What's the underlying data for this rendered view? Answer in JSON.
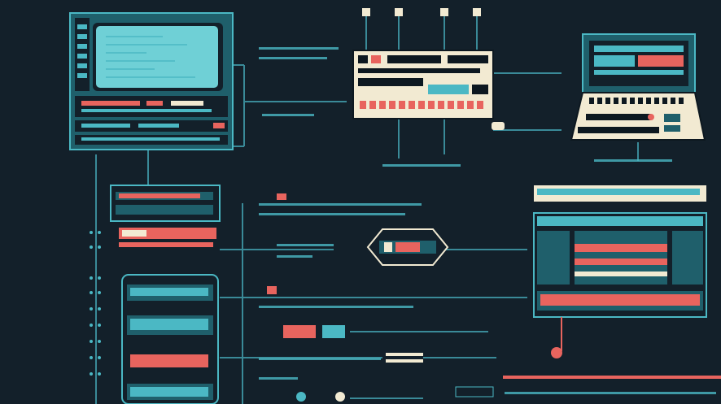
{
  "palette": {
    "background": "#13202a",
    "teal": "#4bb8c4",
    "teal_dark": "#1f5f6b",
    "cyan_screen": "#6fd0d6",
    "coral": "#e8645e",
    "cream": "#f2ead2",
    "navy": "#0d1820",
    "line": "#3a8a98"
  },
  "devices": [
    {
      "name": "crt-computer-terminal"
    },
    {
      "name": "control-panel-module"
    },
    {
      "name": "laptop-terminal"
    },
    {
      "name": "rack-unit-stack"
    },
    {
      "name": "network-switch-hexagon"
    },
    {
      "name": "monitor-console"
    },
    {
      "name": "server-tower"
    }
  ]
}
